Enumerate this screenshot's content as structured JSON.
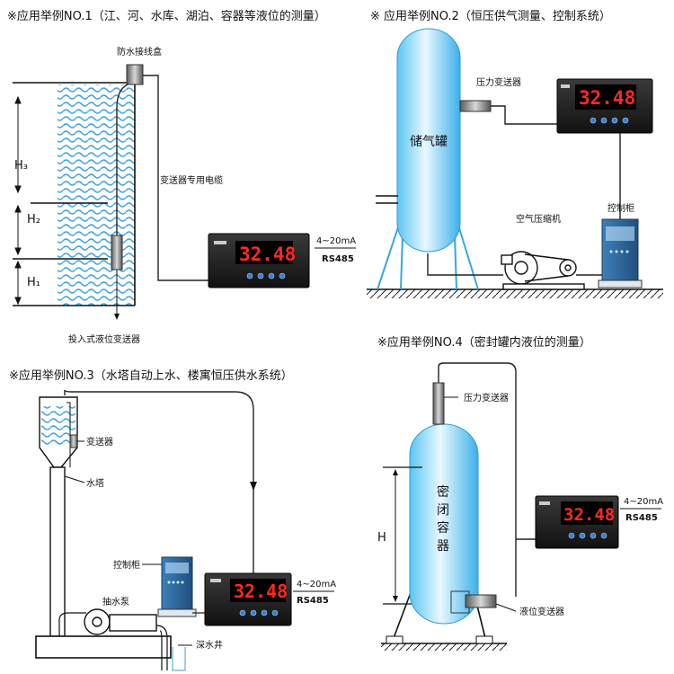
{
  "headers": {
    "no1": "※应用举例NO.1（江、河、水库、湖泊、容器等液位的测量）",
    "no2": "※  应用举例NO.2（恒压供气测量、控制系统）",
    "no3": "※应用举例NO.3（水塔自动上水、楼寓恒压供水系统）",
    "no4": "※应用举例NO.4（密封罐内液位的测量）"
  },
  "no1": {
    "junction_box": "防水接线盒",
    "cable": "变送器专用电缆",
    "sensor": "投入式液位变送器",
    "h3": "H₃",
    "h2": "H₂",
    "h1": "H₁",
    "display": "32.48",
    "signal": "4~20mA",
    "bus": "RS485"
  },
  "no2": {
    "tank": "储气罐",
    "pressure_tx": "压力变送器",
    "compressor": "空气压缩机",
    "cabinet": "控制柜",
    "display": "32.48"
  },
  "no3": {
    "transmitter": "变送器",
    "tower": "水塔",
    "cabinet": "控制柜",
    "pump": "抽水泵",
    "well": "深水井",
    "display": "32.48",
    "signal": "4~20mA",
    "bus": "RS485"
  },
  "no4": {
    "pressure_tx": "压力变送器",
    "vessel": [
      "密",
      "闭",
      "容",
      "器"
    ],
    "h": "H",
    "level_tx": "液位变送器",
    "display": "32.48",
    "signal": "4~20mA",
    "bus": "RS485"
  },
  "colors": {
    "water": "#4aa8e0",
    "tank_light": "#e8f7ff",
    "tank_dark": "#35b4ec",
    "display_red": "#ff2a1a",
    "button_blue": "#3a7fd0"
  }
}
